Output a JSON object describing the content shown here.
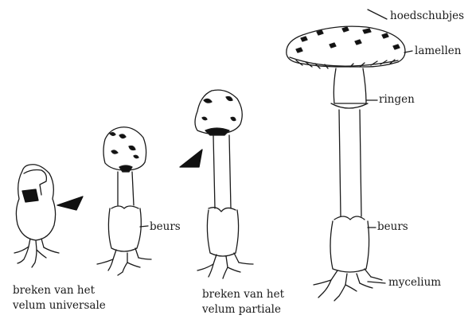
{
  "labels": {
    "hoedschubjes": "hoedschubjes",
    "lamellen": "lamellen",
    "ringen": "ringen",
    "beurs_small": "beurs",
    "beurs_large": "beurs",
    "mycelium": "mycelium",
    "caption_universale_1": "breken van het",
    "caption_universale_2": "velum universale",
    "caption_partiale_1": "breken van het",
    "caption_partiale_2": "velum partiale"
  },
  "stages": [
    "egg-stage-mushroom",
    "emerging-stage-mushroom",
    "elongating-stage-mushroom",
    "mature-stage-mushroom"
  ]
}
